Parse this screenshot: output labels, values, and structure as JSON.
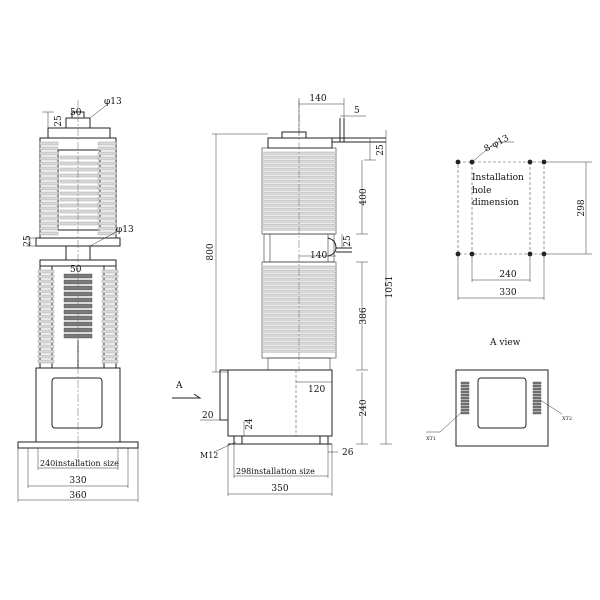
{
  "colors": {
    "line": "#222222",
    "shed": "#d9d9d9",
    "dark": "#333333",
    "background": "#ffffff"
  },
  "front_view": {
    "dims": {
      "top_25": "25",
      "top_50": "50",
      "phi13_top": "φ13",
      "side_25": "25",
      "phi13_mid": "φ13",
      "mid_50": "50",
      "install_size": "240installation size",
      "w330": "330",
      "w360": "360"
    }
  },
  "side_view": {
    "dims": {
      "w140_top": "140",
      "w5": "5",
      "h25_top": "25",
      "h400": "400",
      "h800": "800",
      "h25_mid": "25",
      "w140_mid": "140",
      "h1051": "1051",
      "h386": "386",
      "w120": "120",
      "h240": "240",
      "w20": "20",
      "w24": "24",
      "m12": "M12",
      "w26": "26",
      "install_size": "298installation size",
      "w350": "350"
    },
    "view_arrow_label": "A"
  },
  "hole_view": {
    "dims": {
      "holes": "8-φ13",
      "h298": "298",
      "w240": "240",
      "w330": "330"
    },
    "note_lines": [
      "Installation",
      "hole",
      "dimension"
    ]
  },
  "a_view": {
    "title": "A view",
    "xt1": "XT1",
    "xt2": "XT2"
  }
}
